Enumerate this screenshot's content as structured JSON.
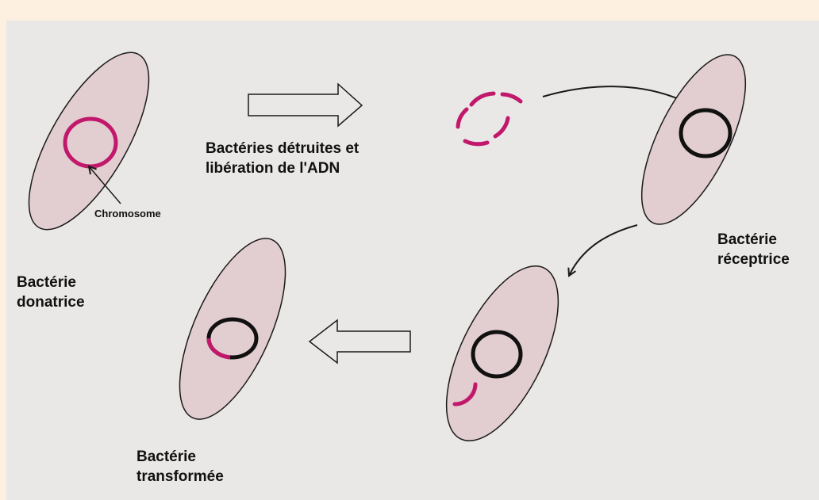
{
  "labels": {
    "chromosome": "Chromosome",
    "process_line1": "Bactéries détruites et",
    "process_line2": "libération de l'ADN",
    "donor_line1": "Bactérie",
    "donor_line2": "donatrice",
    "recipient_line1": "Bactérie",
    "recipient_line2": "réceptrice",
    "transformed_line1": "Bactérie",
    "transformed_line2": "transformée"
  },
  "colors": {
    "background": "#fdf0e0",
    "panel": "#e9e8e6",
    "cell_fill": "#e2cdd0",
    "donor_dna": "#c2186b",
    "recipient_dna": "#111111",
    "outline": "#1a1a1a"
  }
}
